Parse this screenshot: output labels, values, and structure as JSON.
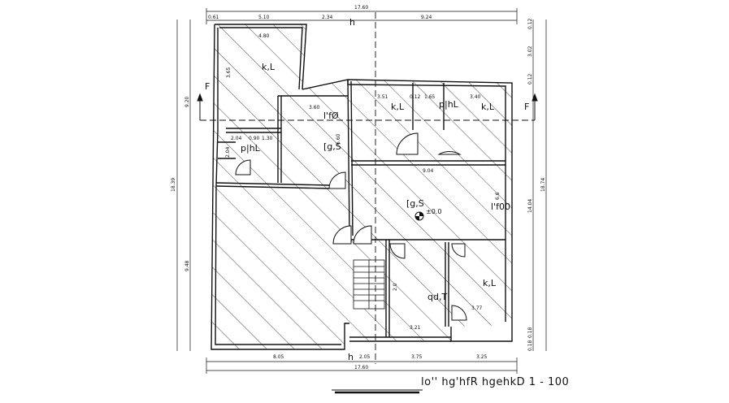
{
  "dimensions": {
    "top_total": "17.60",
    "top_segments": [
      "0.61",
      "5.10",
      "2.34",
      "9.24"
    ],
    "bottom_total": "17.60",
    "bottom_segments": [
      "8.05",
      "2.05",
      "3.75",
      "3.25"
    ],
    "left_total": "18.39",
    "left_segments": [
      "9.20",
      "9.48"
    ],
    "right_total": "18.74",
    "right_segments": [
      "3.02",
      "0.12",
      "14.04",
      "0.12",
      "0.18",
      "0.18"
    ],
    "interior": [
      "4.80",
      "3.60",
      "3.51",
      "0.12",
      "1.65",
      "3.40",
      "2.04",
      "0.90",
      "1.30",
      "9.04",
      "3.21",
      "3.77",
      "3.65",
      "2.04",
      "6.60",
      "6.6",
      "2.0"
    ]
  },
  "rooms": {
    "top_left": "k,L",
    "bath_left": "p|hL",
    "hall_small": "l'fØ",
    "hall_small_2": "[g,S",
    "room_mid1": "k,L",
    "room_mid2": "p|hL",
    "room_right": "k,L",
    "main_hall": "[g,S",
    "main_hall_2": "l'f00",
    "kitchen": "qd,T",
    "room_bottom_right": "k,L"
  },
  "level_mark": "±0.0",
  "section_markers": {
    "left": "F",
    "right": "F",
    "top": "h",
    "bottom": "h"
  },
  "title": "lo'' hg'hfR hgehkD 1   -   100"
}
